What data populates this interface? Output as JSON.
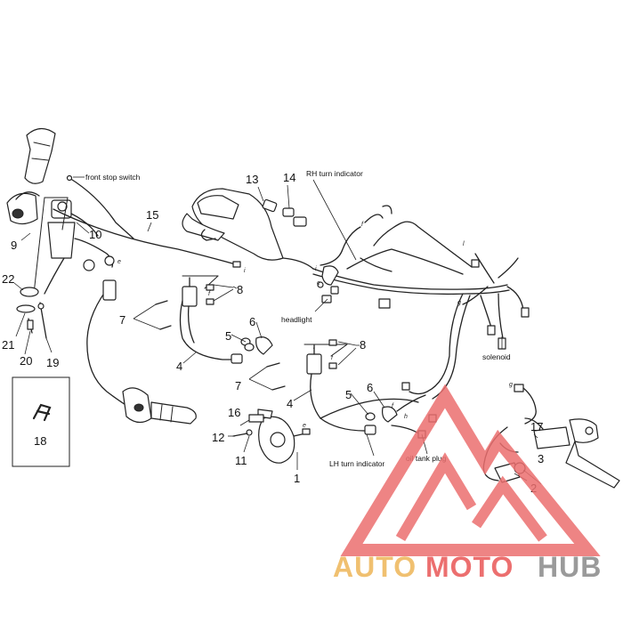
{
  "callouts": [
    {
      "id": "c1",
      "text": "1"
    },
    {
      "id": "c2",
      "text": "2"
    },
    {
      "id": "c3",
      "text": "3"
    },
    {
      "id": "c4a",
      "text": "4"
    },
    {
      "id": "c4b",
      "text": "4"
    },
    {
      "id": "c5a",
      "text": "5"
    },
    {
      "id": "c5b",
      "text": "5"
    },
    {
      "id": "c6a",
      "text": "6"
    },
    {
      "id": "c6b",
      "text": "6"
    },
    {
      "id": "c7a",
      "text": "7"
    },
    {
      "id": "c7b",
      "text": "7"
    },
    {
      "id": "c8a",
      "text": "8"
    },
    {
      "id": "c8b",
      "text": "8"
    },
    {
      "id": "c9",
      "text": "9"
    },
    {
      "id": "c10",
      "text": "10"
    },
    {
      "id": "c11",
      "text": "11"
    },
    {
      "id": "c12",
      "text": "12"
    },
    {
      "id": "c13",
      "text": "13"
    },
    {
      "id": "c14",
      "text": "14"
    },
    {
      "id": "c15",
      "text": "15"
    },
    {
      "id": "c16",
      "text": "16"
    },
    {
      "id": "c17",
      "text": "17"
    },
    {
      "id": "c18",
      "text": "18"
    },
    {
      "id": "c19",
      "text": "19"
    },
    {
      "id": "c20",
      "text": "20"
    },
    {
      "id": "c21",
      "text": "21"
    },
    {
      "id": "c22",
      "text": "22"
    }
  ],
  "labels": {
    "front_stop_switch": "front stop switch",
    "rh_turn_indicator": "RH turn indicator",
    "headlight": "headlight",
    "solenoid": "solenoid",
    "lh_turn_indicator": "LH turn indicator",
    "oil_tank_plug": "oil tank plug"
  },
  "connector_letters": {
    "i": "i",
    "e": "e",
    "f": "f",
    "g": "g",
    "h": "h",
    "l": "l",
    "c": "c"
  },
  "watermark": {
    "part1": "AUTO",
    "part2": "MOTO",
    "part3": "HUB",
    "color_auto": "#f0c070",
    "color_moto": "#ec6f6f",
    "color_hub": "#9a9a9a"
  }
}
